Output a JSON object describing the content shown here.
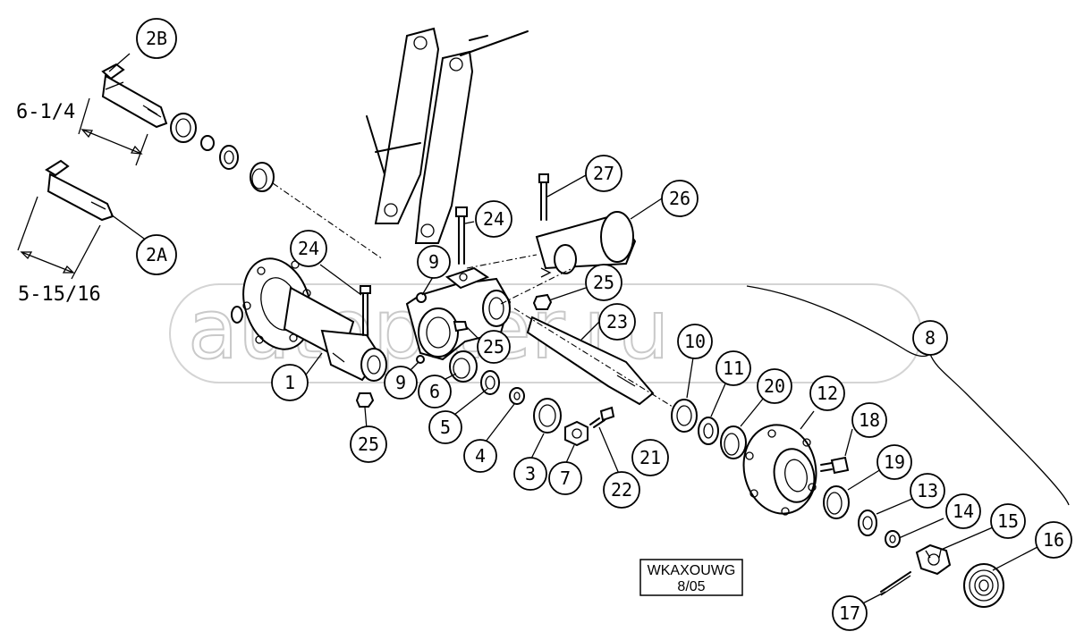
{
  "watermark": "autopiter.ru",
  "dimensions": {
    "pin_2b_length": "6-1/4",
    "pin_2a_length": "5-15/16"
  },
  "drawing_stamp": {
    "code": "WKAXOUWG",
    "date": "8/05"
  },
  "callouts": [
    {
      "id": "2b",
      "label": "2B"
    },
    {
      "id": "2a",
      "label": "2A"
    },
    {
      "id": "24-left",
      "label": "24"
    },
    {
      "id": "1",
      "label": "1"
    },
    {
      "id": "25-bottom",
      "label": "25"
    },
    {
      "id": "9-top",
      "label": "9"
    },
    {
      "id": "9-bottom",
      "label": "9"
    },
    {
      "id": "24-right",
      "label": "24"
    },
    {
      "id": "27",
      "label": "27"
    },
    {
      "id": "26",
      "label": "26"
    },
    {
      "id": "25-right",
      "label": "25"
    },
    {
      "id": "25-center",
      "label": "25"
    },
    {
      "id": "23",
      "label": "23"
    },
    {
      "id": "6",
      "label": "6"
    },
    {
      "id": "5",
      "label": "5"
    },
    {
      "id": "4",
      "label": "4"
    },
    {
      "id": "3",
      "label": "3"
    },
    {
      "id": "7",
      "label": "7"
    },
    {
      "id": "22",
      "label": "22"
    },
    {
      "id": "21",
      "label": "21"
    },
    {
      "id": "10",
      "label": "10"
    },
    {
      "id": "11",
      "label": "11"
    },
    {
      "id": "20",
      "label": "20"
    },
    {
      "id": "12",
      "label": "12"
    },
    {
      "id": "18",
      "label": "18"
    },
    {
      "id": "19",
      "label": "19"
    },
    {
      "id": "13",
      "label": "13"
    },
    {
      "id": "14",
      "label": "14"
    },
    {
      "id": "15",
      "label": "15"
    },
    {
      "id": "16",
      "label": "16"
    },
    {
      "id": "17",
      "label": "17"
    },
    {
      "id": "8",
      "label": "8"
    }
  ]
}
